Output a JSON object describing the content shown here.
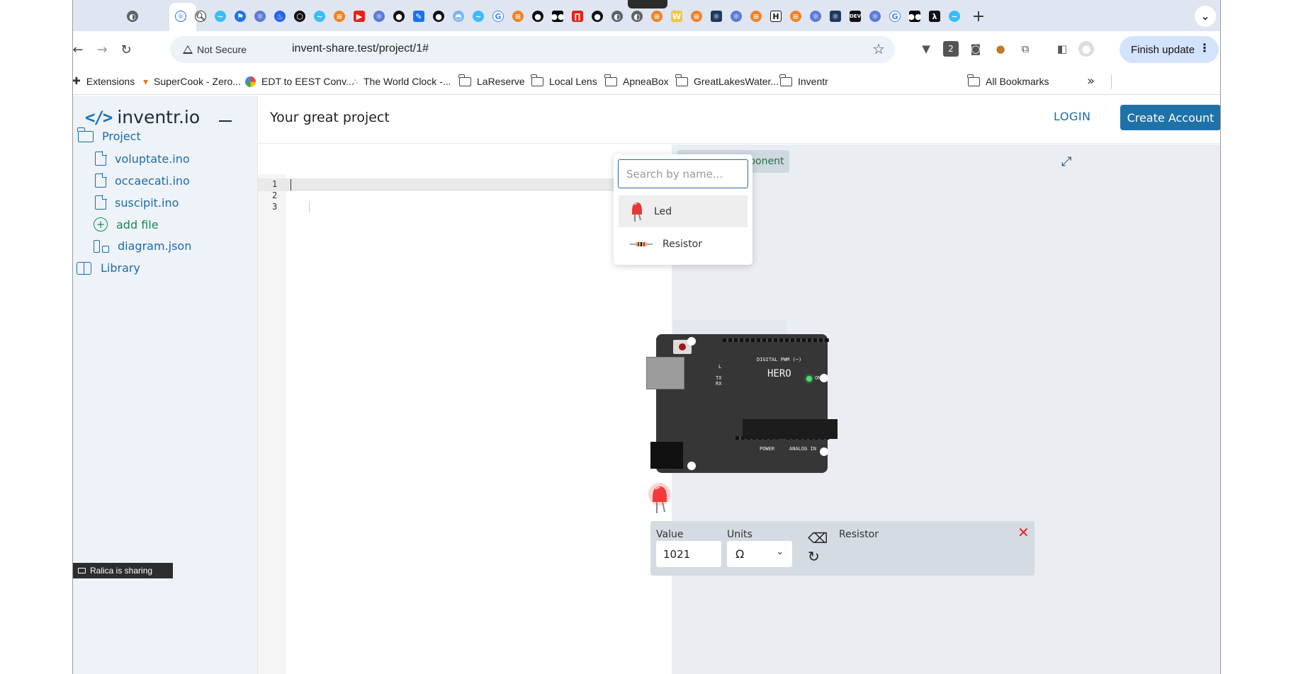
{
  "browser": {
    "tab_count_label": "",
    "active_tab_close": "×",
    "new_tab": "+",
    "tab_list": "⌄",
    "back": "←",
    "forward": "→",
    "reload": "↻",
    "security_label": "Not Secure",
    "url": "invent-share.test/project/1#",
    "bookmark_star": "☆",
    "finish_update": "Finish update",
    "menu_dots": "⋮",
    "bookmarks": [
      {
        "label": "Extensions",
        "icon": "puzzle-icon"
      },
      {
        "label": "SuperCook - Zero...",
        "icon": "carrot-icon"
      },
      {
        "label": "EDT to EEST Conv...",
        "icon": "clock-icon"
      },
      {
        "label": "The World Clock -...",
        "icon": "dots-icon"
      },
      {
        "label": "LaReserve",
        "icon": "folder-icon"
      },
      {
        "label": "Local Lens",
        "icon": "folder-icon"
      },
      {
        "label": "ApneaBox",
        "icon": "folder-icon"
      },
      {
        "label": "GreatLakesWater...",
        "icon": "folder-icon"
      },
      {
        "label": "Inventr",
        "icon": "folder-icon"
      }
    ],
    "bookmarks_more": "»",
    "all_bookmarks": "All Bookmarks"
  },
  "app": {
    "logo_text": "inventr.io",
    "logo_mark": "</>",
    "project_title": "Your great project",
    "login": "LOGIN",
    "create_account": "Create Account",
    "sidebar": {
      "project": "Project",
      "files": [
        "voluptate.ino",
        "occaecati.ino",
        "suscipit.ino"
      ],
      "add_file": "add file",
      "diagram": "diagram.json",
      "library": "Library"
    },
    "editor": {
      "line_numbers": [
        "1",
        "2",
        "3"
      ],
      "collapse_icon": "»"
    },
    "canvas": {
      "add_component": "add component",
      "expand_icon": "⤢",
      "search_placeholder": "Search by name...",
      "components": [
        "Led",
        "Resistor"
      ],
      "board_label": "HERO",
      "board_digital_label": "DIGITAL PWM (~)",
      "board_power_label": "POWER",
      "board_analog_label": "ANALOG IN",
      "board_on_label": "ON",
      "board_l_label": "L",
      "board_tx_label": "TX",
      "board_rx_label": "RX"
    },
    "props": {
      "value_label": "Value",
      "value": "1021",
      "units_label": "Units",
      "unit": "Ω",
      "component_name": "Resistor",
      "delete_icon": "🗑",
      "rotate_icon": "↻",
      "close_icon": "✕"
    },
    "sharing_label": "Ralica is sharing"
  },
  "colors": {
    "accent": "#1f72a8",
    "sidebar_bg": "#eef3f9",
    "canvas_bg": "#eaeef3",
    "add_green": "#2c6c47",
    "close_red": "#e02727"
  }
}
